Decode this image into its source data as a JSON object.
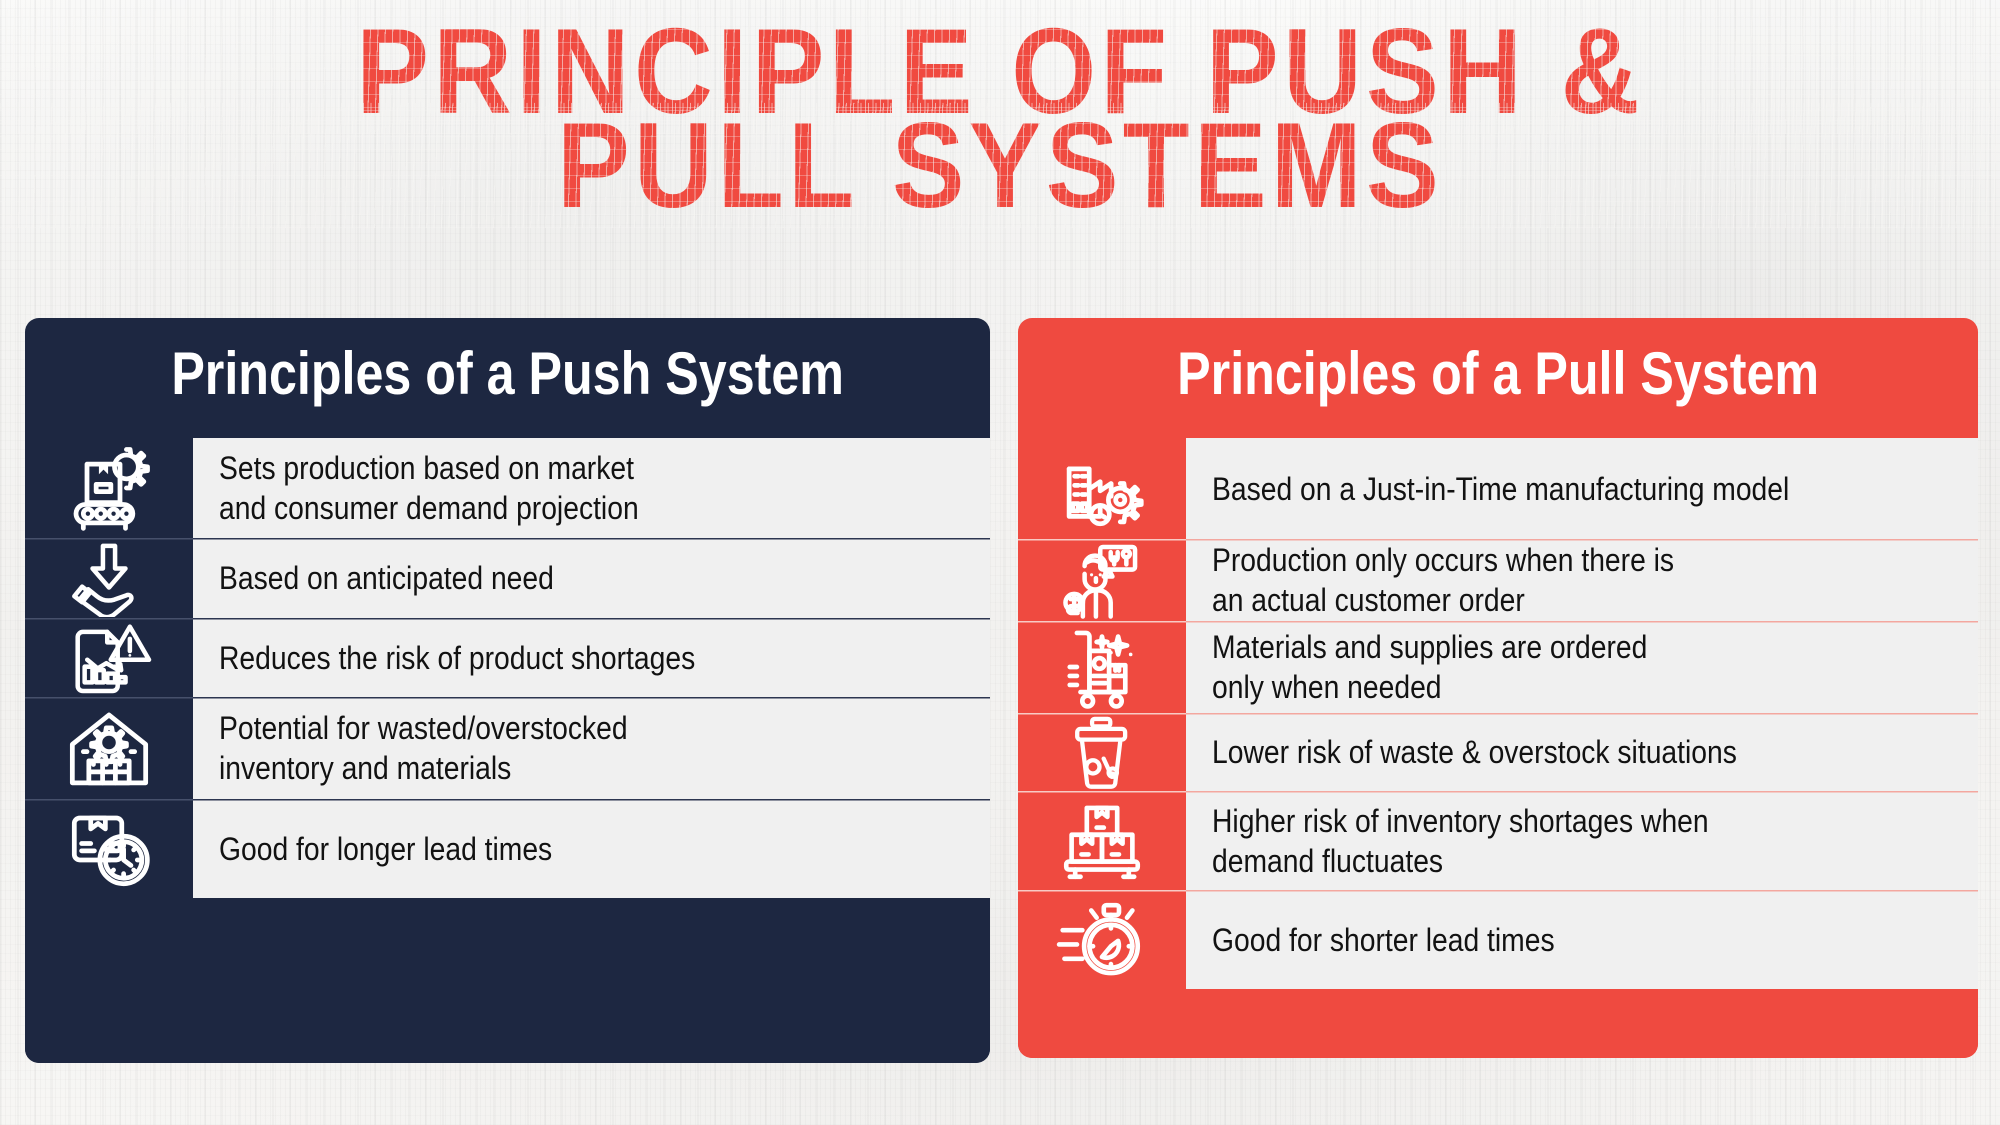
{
  "title": {
    "line1": "PRINCIPLE OF PUSH &",
    "line2": "PULL SYSTEMS",
    "color": "#f04a40"
  },
  "colors": {
    "navy": "#1d2741",
    "red": "#ef4a40",
    "row_background": "#f0f0f0",
    "page_background": "#f7f6f4",
    "text": "#121212"
  },
  "push_panel": {
    "header": "Principles of a Push System",
    "accent": "#1d2741",
    "rows": [
      {
        "icon": "box-conveyor-gear-icon",
        "line1": "Sets production based on market",
        "line2": "and consumer demand projection"
      },
      {
        "icon": "arrow-down-into-hand-icon",
        "line1": "Based on anticipated need",
        "line2": ""
      },
      {
        "icon": "declining-chart-warning-icon",
        "line1": "Reduces the risk of product shortages",
        "line2": ""
      },
      {
        "icon": "warehouse-gear-boxes-icon",
        "line1": "Potential for wasted/overstocked",
        "line2": "inventory and materials"
      },
      {
        "icon": "box-clock-icon",
        "line1": "Good for longer lead times",
        "line2": ""
      }
    ]
  },
  "pull_panel": {
    "header": "Principles of a Pull System",
    "accent": "#ef4a40",
    "rows": [
      {
        "icon": "factory-gear-clock-icon",
        "line1": "Based on a Just-in-Time manufacturing model",
        "line2": ""
      },
      {
        "icon": "customer-order-person-icon",
        "line1": "Production only occurs when there is",
        "line2": "an actual customer order"
      },
      {
        "icon": "supply-cart-boxes-icon",
        "line1": "Materials and supplies are ordered",
        "line2": "only when needed"
      },
      {
        "icon": "trash-zero-percent-icon",
        "line1": "Lower risk of waste & overstock situations",
        "line2": ""
      },
      {
        "icon": "stacked-boxes-pallet-icon",
        "line1": "Higher risk of inventory shortages when",
        "line2": "demand fluctuates"
      },
      {
        "icon": "fast-stopwatch-icon",
        "line1": "Good for shorter lead times",
        "line2": ""
      }
    ]
  }
}
